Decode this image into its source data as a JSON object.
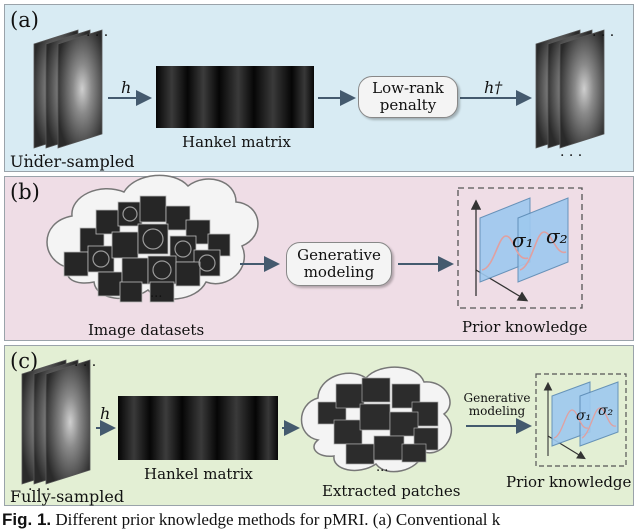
{
  "panel_a": {
    "label": "(a)",
    "h": "h",
    "hankel": "Hankel matrix",
    "lowrank_line1": "Low-rank",
    "lowrank_line2": "penalty",
    "h_dagger": "h†",
    "undersampled": "Under-sampled"
  },
  "panel_b": {
    "label": "(b)",
    "gen_line1": "Generative",
    "gen_line2": "modeling",
    "datasets": "Image datasets",
    "prior": "Prior knowledge",
    "ellipsis": "...",
    "sigma1": "σ₁",
    "sigma2": "σ₂"
  },
  "panel_c": {
    "label": "(c)",
    "h": "h",
    "hankel": "Hankel matrix",
    "gen_line1": "Generative",
    "gen_line2": "modeling",
    "patches": "Extracted patches",
    "prior": "Prior knowledge",
    "fullysampled": "Fully-sampled",
    "ellipsis": "...",
    "sigma1": "σ₁",
    "sigma2": "σ₂"
  },
  "caption": {
    "fig": "Fig. 1.",
    "text": " Different prior knowledge methods for pMRI. (a) Conventional k"
  }
}
